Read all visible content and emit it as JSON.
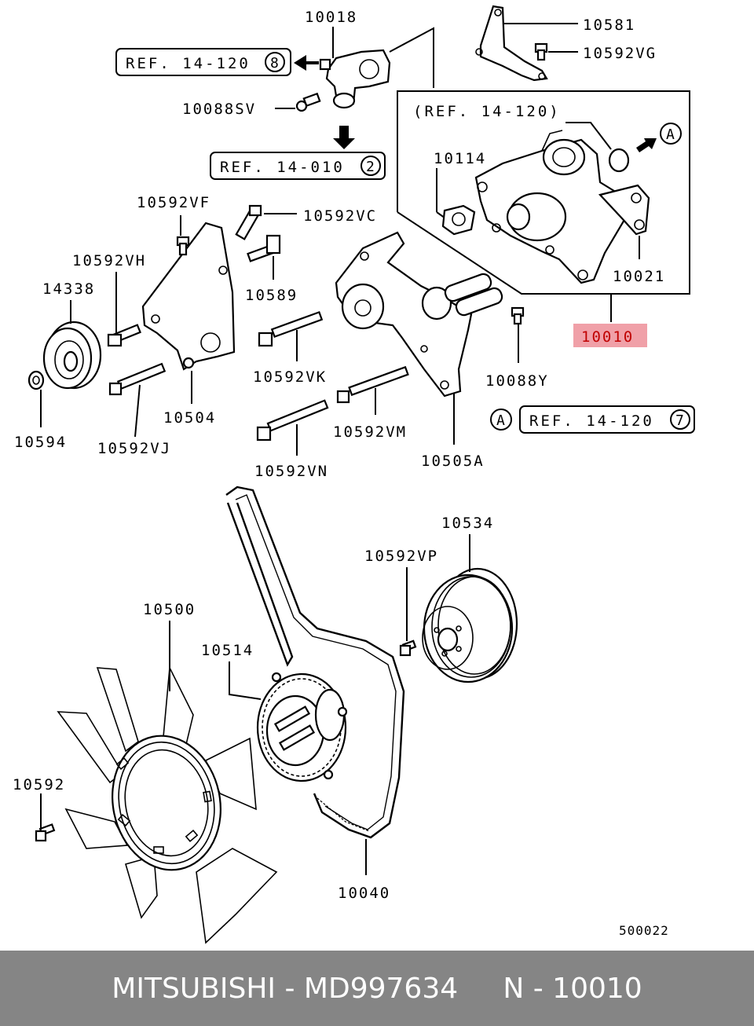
{
  "labels": {
    "p10018": "10018",
    "p10581": "10581",
    "p10592VG": "10592VG",
    "p10088SV": "10088SV",
    "p10114": "10114",
    "p10021": "10021",
    "p10592VF": "10592VF",
    "p10592VC": "10592VC",
    "p10592VH": "10592VH",
    "p10589": "10589",
    "p14338": "14338",
    "p10592VK": "10592VK",
    "p10088Y": "10088Y",
    "p10010": "10010",
    "p10504": "10504",
    "p10594": "10594",
    "p10592VJ": "10592VJ",
    "p10592VM": "10592VM",
    "p10505A": "10505A",
    "p10592VN": "10592VN",
    "p10534": "10534",
    "p10592VP": "10592VP",
    "p10500": "10500",
    "p10514": "10514",
    "p10592": "10592",
    "p10040": "10040"
  },
  "refs": {
    "ref1": {
      "text": "REF. 14-120",
      "num": "8"
    },
    "ref2": {
      "text": "REF. 14-010",
      "num": "2"
    },
    "ref3": {
      "text": "(REF. 14-120)"
    },
    "ref4": {
      "text": "REF. 14-120",
      "num": "7"
    }
  },
  "markers": {
    "a1": "A",
    "a2": "A"
  },
  "diagram_code": "500022",
  "footer": {
    "brand": "MITSUBISHI",
    "sep": " - ",
    "part_number": "MD997634",
    "gap": "     ",
    "ref_prefix": "N - ",
    "ref_number": "10010"
  },
  "colors": {
    "highlight": "#f0a0a8",
    "footer_bg": "#858585",
    "footer_text": "#ffffff"
  }
}
